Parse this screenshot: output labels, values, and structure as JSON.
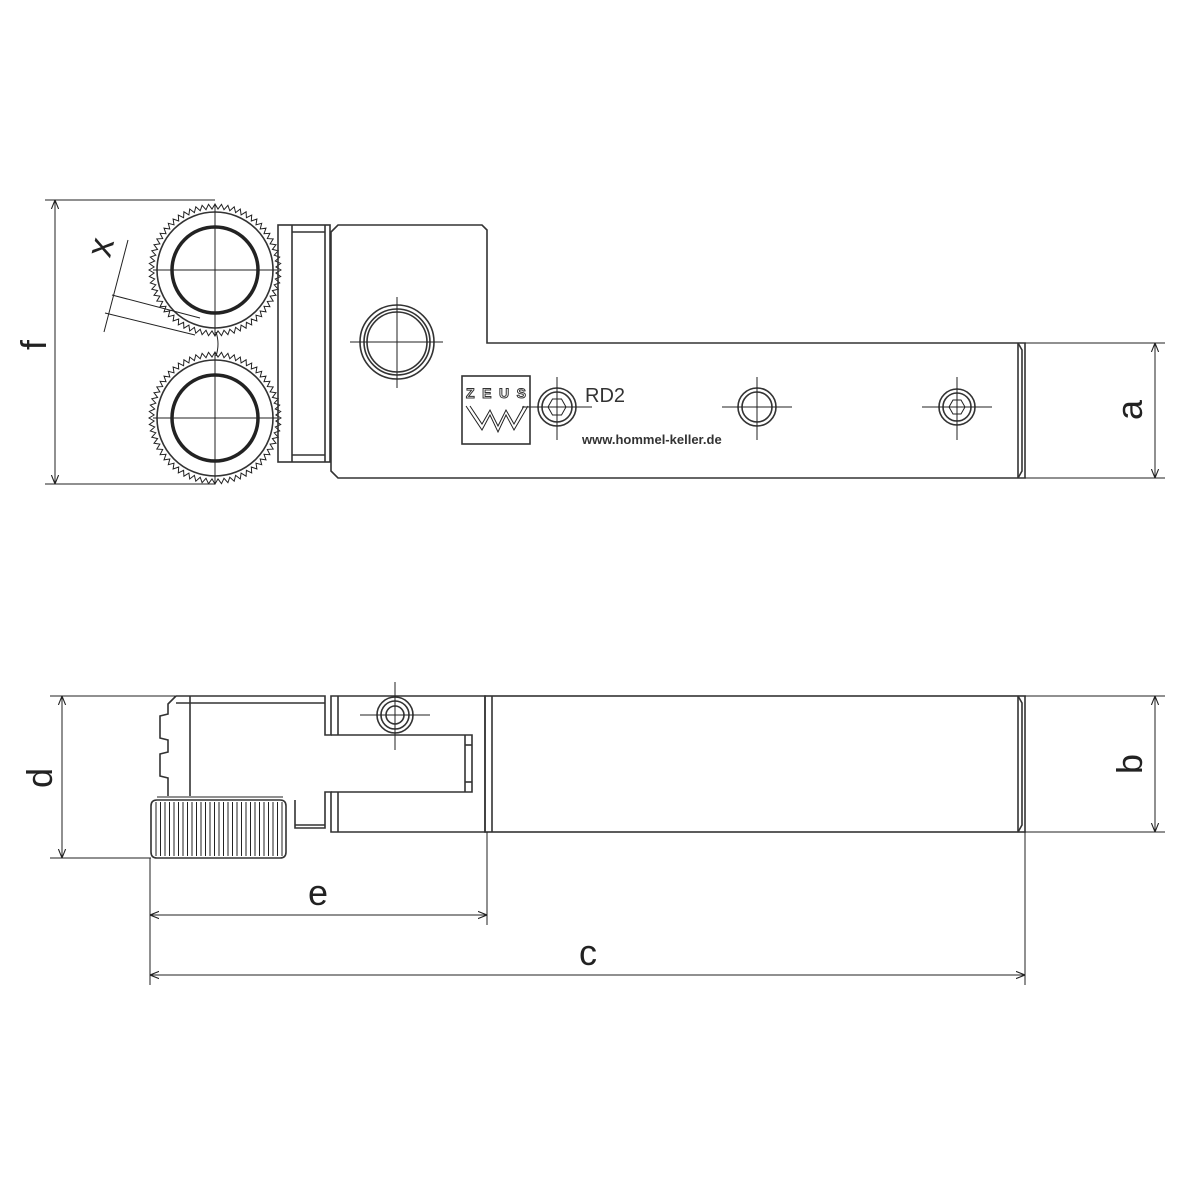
{
  "drawing": {
    "model_label": "RD2",
    "website": "www.hommel-keller.de",
    "logo_text": "ZEUS",
    "dimensions": {
      "f": "f",
      "x": "x",
      "a": "a",
      "d": "d",
      "b": "b",
      "e": "e",
      "c": "c"
    }
  }
}
